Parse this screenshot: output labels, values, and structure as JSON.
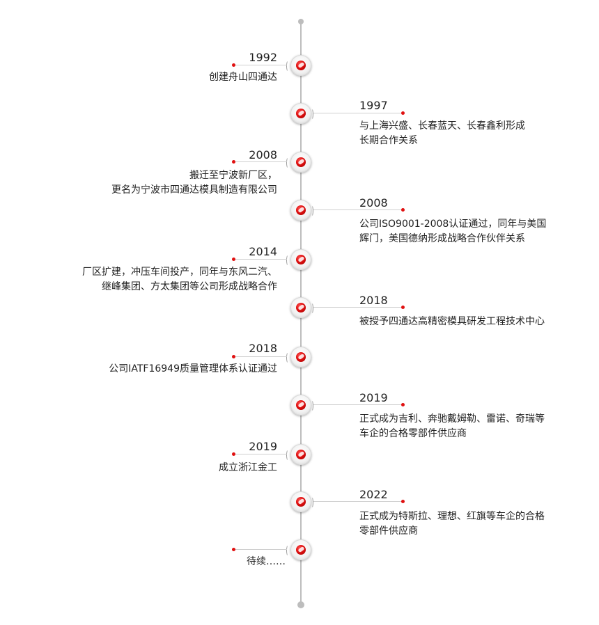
{
  "timeline": {
    "entries": [
      {
        "year": "1992",
        "lines": [
          "创建舟山四通达"
        ]
      },
      {
        "year": "1997",
        "lines": [
          "与上海兴盛、长春蓝天、长春鑫利形成",
          "长期合作关系"
        ]
      },
      {
        "year": "2008",
        "lines": [
          "搬迁至宁波新厂区，",
          "更名为宁波市四通达模具制造有限公司"
        ]
      },
      {
        "year": "2008",
        "lines": [
          "公司ISO9001-2008认证通过，同年与美国",
          "辉门，美国德纳形成战略合作伙伴关系"
        ]
      },
      {
        "year": "2014",
        "lines": [
          "厂区扩建，冲压车间投产，同年与东风二汽、",
          "继峰集团、方太集团等公司形成战略合作"
        ]
      },
      {
        "year": "2018",
        "lines": [
          "被授予四通达高精密模具研发工程技术中心"
        ]
      },
      {
        "year": "2018",
        "lines": [
          "公司IATF16949质量管理体系认证通过"
        ]
      },
      {
        "year": "2019",
        "lines": [
          "正式成为吉利、奔驰戴姆勒、雷诺、奇瑞等",
          "车企的合格零部件供应商"
        ]
      },
      {
        "year": "2019",
        "lines": [
          "成立浙江金工"
        ]
      },
      {
        "year": "2022",
        "lines": [
          "正式成为特斯拉、理想、红旗等车企的合格",
          "零部件供应商"
        ]
      },
      {
        "year": "",
        "lines": [
          "待续……"
        ]
      }
    ]
  },
  "colors": {
    "accent": "#e01010",
    "axis": "#bdbdbd",
    "text": "#222222"
  }
}
